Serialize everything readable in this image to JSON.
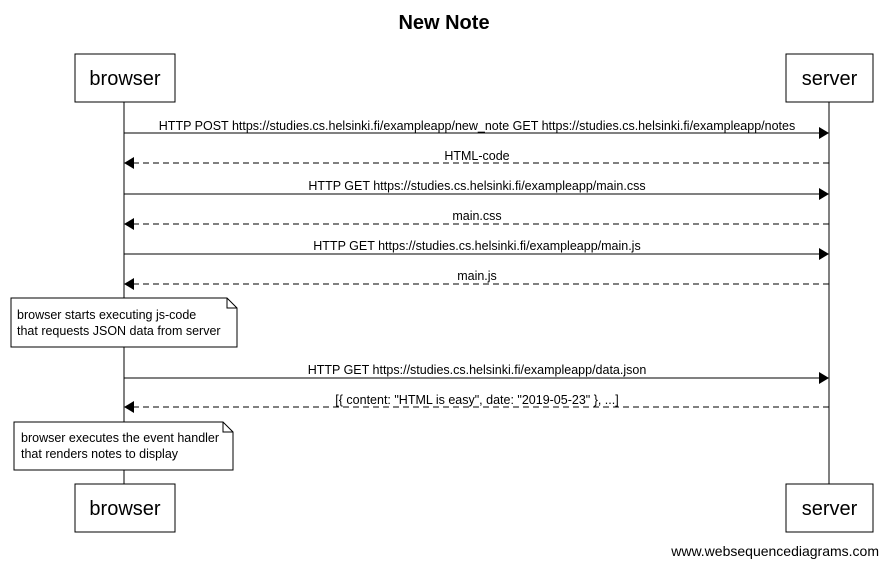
{
  "diagram": {
    "title": "New Note",
    "participants": [
      {
        "id": "browser",
        "label": "browser"
      },
      {
        "id": "server",
        "label": "server"
      }
    ],
    "messages": [
      {
        "from": "browser",
        "to": "server",
        "style": "solid",
        "label": "HTTP POST https://studies.cs.helsinki.fi/exampleapp/new_note GET https://studies.cs.helsinki.fi/exampleapp/notes"
      },
      {
        "from": "server",
        "to": "browser",
        "style": "dashed",
        "label": "HTML-code"
      },
      {
        "from": "browser",
        "to": "server",
        "style": "solid",
        "label": "HTTP GET https://studies.cs.helsinki.fi/exampleapp/main.css"
      },
      {
        "from": "server",
        "to": "browser",
        "style": "dashed",
        "label": "main.css"
      },
      {
        "from": "browser",
        "to": "server",
        "style": "solid",
        "label": "HTTP GET https://studies.cs.helsinki.fi/exampleapp/main.js"
      },
      {
        "from": "server",
        "to": "browser",
        "style": "dashed",
        "label": "main.js"
      },
      {
        "from": "browser",
        "to": "server",
        "style": "solid",
        "label": "HTTP GET https://studies.cs.helsinki.fi/exampleapp/data.json"
      },
      {
        "from": "server",
        "to": "browser",
        "style": "dashed",
        "label": "[{ content: \"HTML is easy\", date: \"2019-05-23\" }, ...]"
      }
    ],
    "notes": [
      {
        "over": "browser",
        "lines": [
          "browser starts executing js-code",
          "that requests JSON data from server"
        ]
      },
      {
        "over": "browser",
        "lines": [
          "browser executes the event handler",
          "that renders notes to display"
        ]
      }
    ],
    "watermark": "www.websequencediagrams.com"
  }
}
